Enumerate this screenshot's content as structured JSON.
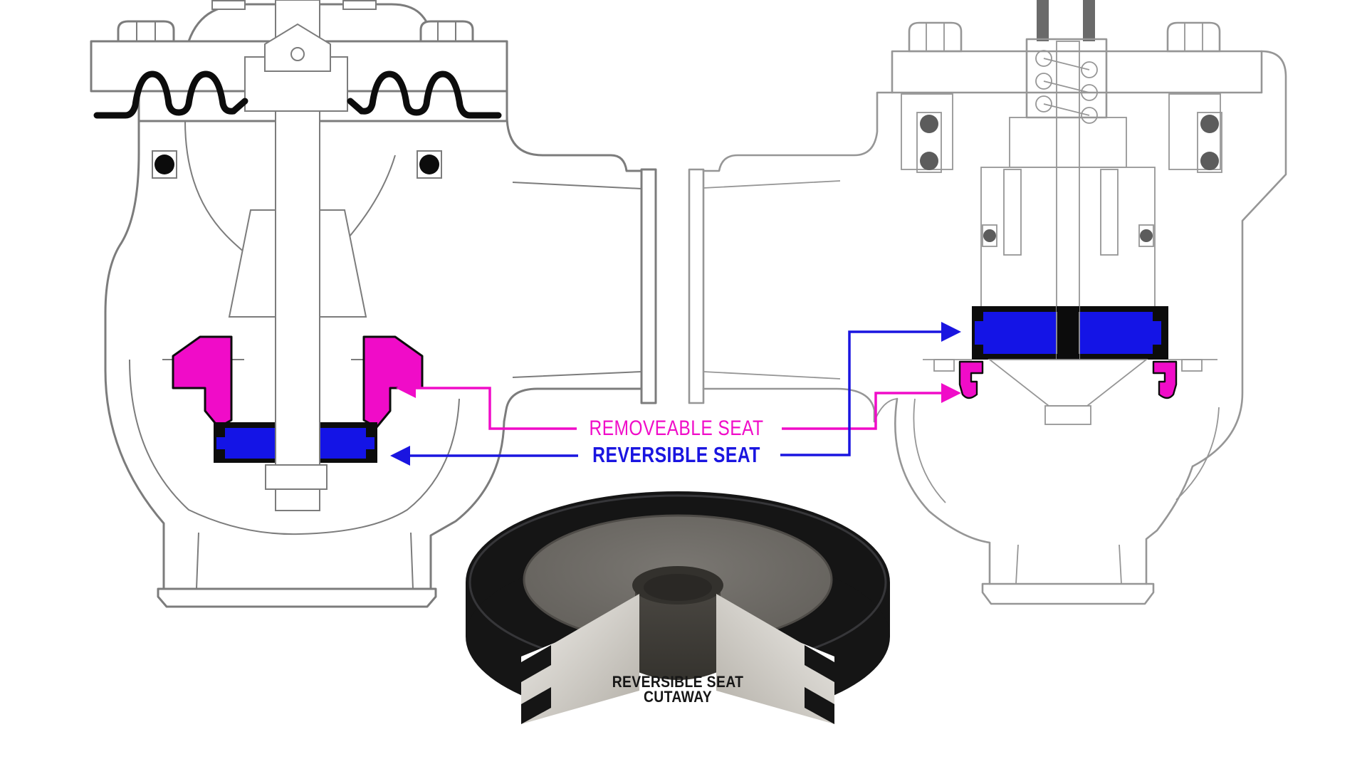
{
  "annotations": {
    "removeable_seat": {
      "label": "REMOVEABLE SEAT"
    },
    "reversible_seat": {
      "label": "REVERSIBLE SEAT"
    }
  },
  "photo_caption": {
    "line1": "REVERSIBLE SEAT",
    "line2": "CUTAWAY"
  },
  "diagram": {
    "left_valve": "diaphragm valve cross-section with removable seat and reversible seat highlighted",
    "right_valve": "valve cross-section with reversible seat and removable seat highlighted",
    "photo": "reversible seat cutaway photograph"
  },
  "colors": {
    "page_bg": "#ffffff",
    "accent_magenta": "#f00cc8",
    "accent_blue": "#1a15e0",
    "seat_blue_fill": "#1414e6",
    "ink": "#0c0c0c",
    "line_left": "#7c7c7c",
    "line_right": "#969696",
    "caption_ink": "#161616",
    "stem_gray": "#6a6a6a",
    "oring_gray": "#5c5c5c",
    "rubber": "#151515",
    "rubber_hi": "#3f3f42",
    "metal_light": "#efede9",
    "metal_dark": "#b3afa7",
    "top_ring_light": "#7a7772",
    "top_ring_dark": "#5f5c57",
    "bore": "#35332e"
  }
}
